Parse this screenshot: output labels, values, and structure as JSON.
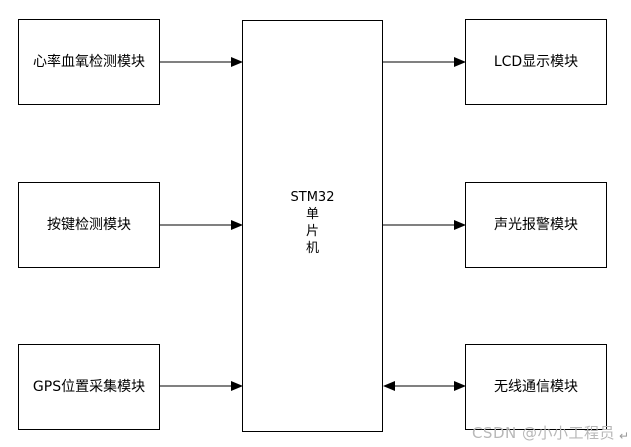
{
  "left_modules": [
    {
      "label": "心率血氧检测模块"
    },
    {
      "label": "按键检测模块"
    },
    {
      "label": "GPS位置采集模块"
    }
  ],
  "mcu": {
    "lines": [
      "STM32",
      "单",
      "片",
      "机"
    ]
  },
  "right_modules": [
    {
      "label": "LCD显示模块"
    },
    {
      "label": "声光报警模块"
    },
    {
      "label": "无线通信模块"
    }
  ],
  "watermark": "CSDN @小小工程员",
  "corner_glyph": "↵"
}
